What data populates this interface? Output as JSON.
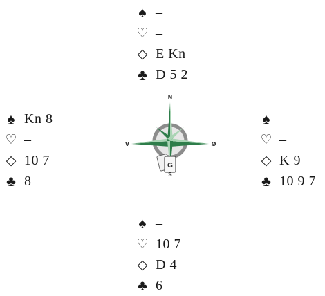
{
  "suit_symbols": {
    "spades": "♠",
    "hearts": "♡",
    "diamonds": "◇",
    "clubs": "♣"
  },
  "hands": {
    "north": {
      "spades": "–",
      "hearts": "–",
      "diamonds": "E Kn",
      "clubs": "D 5 2"
    },
    "west": {
      "spades": "Kn 8",
      "hearts": "–",
      "diamonds": "10 7",
      "clubs": "8"
    },
    "east": {
      "spades": "–",
      "hearts": "–",
      "diamonds": "K 9",
      "clubs": "10 9 7"
    },
    "south": {
      "spades": "–",
      "hearts": "10 7",
      "diamonds": "D 4",
      "clubs": "6"
    }
  },
  "compass": {
    "north_label": "N",
    "west_label": "V",
    "east_label": "Ø",
    "south_label": "S",
    "dealer_card_label": "G",
    "colors": {
      "dark_green": "#2e7d4a",
      "light_green": "#a9d4b4",
      "ring_gray": "#8c8c8c",
      "card_fill": "#f2f2f2"
    }
  }
}
